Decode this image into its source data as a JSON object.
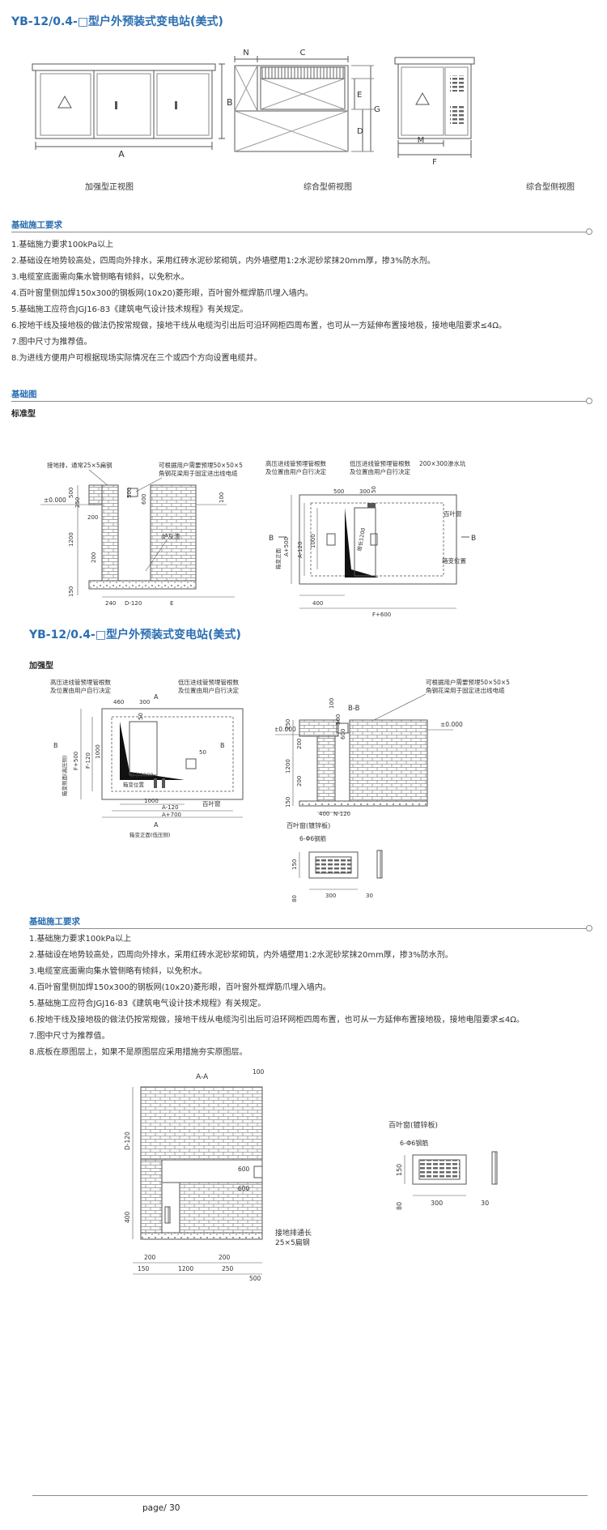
{
  "doc_title": "YB-12/0.4-□型户外预装式变电站(美式)",
  "views": {
    "front_caption": "加强型正视图",
    "top_caption": "综合型俯视图",
    "side_caption": "综合型侧视图",
    "dims": {
      "a": "A",
      "b": "B",
      "c": "C",
      "d": "D",
      "e": "E",
      "f": "F",
      "g": "G",
      "m": "M",
      "n": "N"
    }
  },
  "section1": {
    "heading": "基础施工要求",
    "items": [
      "1.基础施力要求100kPa以上",
      "2.基础设在地势较高处，四周向外排水，采用红砖水泥砂浆砌筑，内外墙壁用1:2水泥砂浆抹20mm厚，掺3%防水剂。",
      "3.电缆室底面需向集水管侧略有倾斜，以免积水。",
      "4.百叶窗里侧加焊150x300的钢板网(10x20)菱形眼，百叶窗外框焊筋爪埋入墙内。",
      "5.基础施工应符合JGJ16-83《建筑电气设计技术规程》有关规定。",
      "6.按地干线及接地极的做法仍按常规做，接地干线从电缆沟引出后可沿环网柜四周布置，也可从一方延伸布置接地极，接地电阻要求≤4Ω。",
      "7.图中尺寸为推荐值。",
      "8.为进线方便用户可根据现场实际情况在三个或四个方向设置电缆井。"
    ]
  },
  "section2": {
    "heading": "基础图",
    "subheading": "标准型",
    "left": {
      "note_ground": "接地排，通常25×5扁钢",
      "note_angle": "可根据用户需要预埋50×50×5",
      "note_angle2": "角钢花梁用于固定进出线电缆",
      "level": "±0.000",
      "d500": "500",
      "d250": "250",
      "d200": "200",
      "d1200": "1200",
      "d200b": "200",
      "d150": "150",
      "d500b": "500",
      "d600": "600",
      "d100": "100",
      "furnace": "炉灰渣",
      "d240": "240",
      "dn": "D-120",
      "de": "E"
    },
    "right": {
      "note_hv": "高压进线管预埋管根数",
      "note_hv2": "及位置由用户自行决定",
      "note_lv": "低压进线管预埋管根数",
      "note_lv2": "及位置由用户自行决定",
      "note_pit": "200×300渗水坑",
      "louver": "百叶窗",
      "box_pos": "箱变位置",
      "front": "箱变正面",
      "b": "B",
      "d500": "500",
      "d300": "300",
      "d50": "50",
      "a500": "A+500",
      "a120": "A-120",
      "d1000": "1000",
      "slope": "坡长1200",
      "d400": "400",
      "f600": "F+600"
    }
  },
  "title2": "YB-12/0.4-□型户外预装式变电站(美式)",
  "section3": {
    "subheading": "加强型",
    "left": {
      "note_hv": "高压进线管预埋管根数",
      "note_hv2": "及位置由用户自行决定",
      "note_lv": "低压进线管预埋管根数",
      "note_lv2": "及位置由用户自行决定",
      "d460": "460",
      "d300": "300",
      "d50": "50",
      "f500": "F+500",
      "f120": "F-120",
      "d1000v": "1000",
      "slope": "坡长1200",
      "box_pos": "箱变位置",
      "side": "箱变侧面(高压侧)",
      "d1000": "1000",
      "a120": "A-120",
      "a700": "A+700",
      "louver": "百叶窗",
      "a": "A",
      "b": "B",
      "front": "箱变正面(低压侧)"
    },
    "right": {
      "bb": "B-B",
      "note": "可根据用户需要预埋50×50×5",
      "note2": "角钢花梁用于固定进出线电缆",
      "level": "±0.000",
      "d100": "100",
      "d500": "500",
      "d600": "600",
      "d250": "250",
      "d200": "200",
      "d1200": "1200",
      "d200b": "200",
      "d150": "150",
      "d400": "400",
      "n120": "N-120"
    },
    "louver": {
      "title": "百叶窗(镀锌板)",
      "rebar": "6-Φ6钢筋",
      "d150": "150",
      "d80": "80",
      "d300": "300",
      "d30": "30"
    }
  },
  "section4": {
    "heading": "基础施工要求",
    "items": [
      "1.基础施力要求100kPa以上",
      "2.基础设在地势较高处，四周向外排水，采用红砖水泥砂浆砌筑，内外墙壁用1:2水泥砂浆抹20mm厚，掺3%防水剂。",
      "3.电缆室底面需向集水管侧略有倾斜，以免积水。",
      "4.百叶窗里侧加焊150x300的钢板网(10x20)菱形眼，百叶窗外框焊筋爪埋入墙内。",
      "5.基础施工应符合JGJ16-83《建筑电气设计技术规程》有关规定。",
      "6.按地干线及接地极的做法仍按常规做，接地干线从电缆沟引出后可沿环网柜四周布置，也可从一方延伸布置接地极，接地电阻要求≤4Ω。",
      "7.图中尺寸为推荐值。",
      "8.底板在原图层上，如果不是原图层应采用措施夯实原图层。"
    ]
  },
  "section5": {
    "aa": "A-A",
    "d100": "100",
    "d600": "600",
    "d600b": "600",
    "d120": "D-120",
    "d400": "400",
    "d200": "200",
    "d150": "150",
    "d1200": "1200",
    "d250": "250",
    "d500": "500",
    "note_ground": "接地排通长",
    "note_ground2": "25×5扁钢",
    "louver": {
      "title": "百叶窗(镀锌板)",
      "rebar": "6-Φ6钢筋",
      "d150": "150",
      "d80": "80",
      "d300": "300",
      "d30": "30"
    }
  },
  "footer": {
    "page": "page/ 30"
  }
}
